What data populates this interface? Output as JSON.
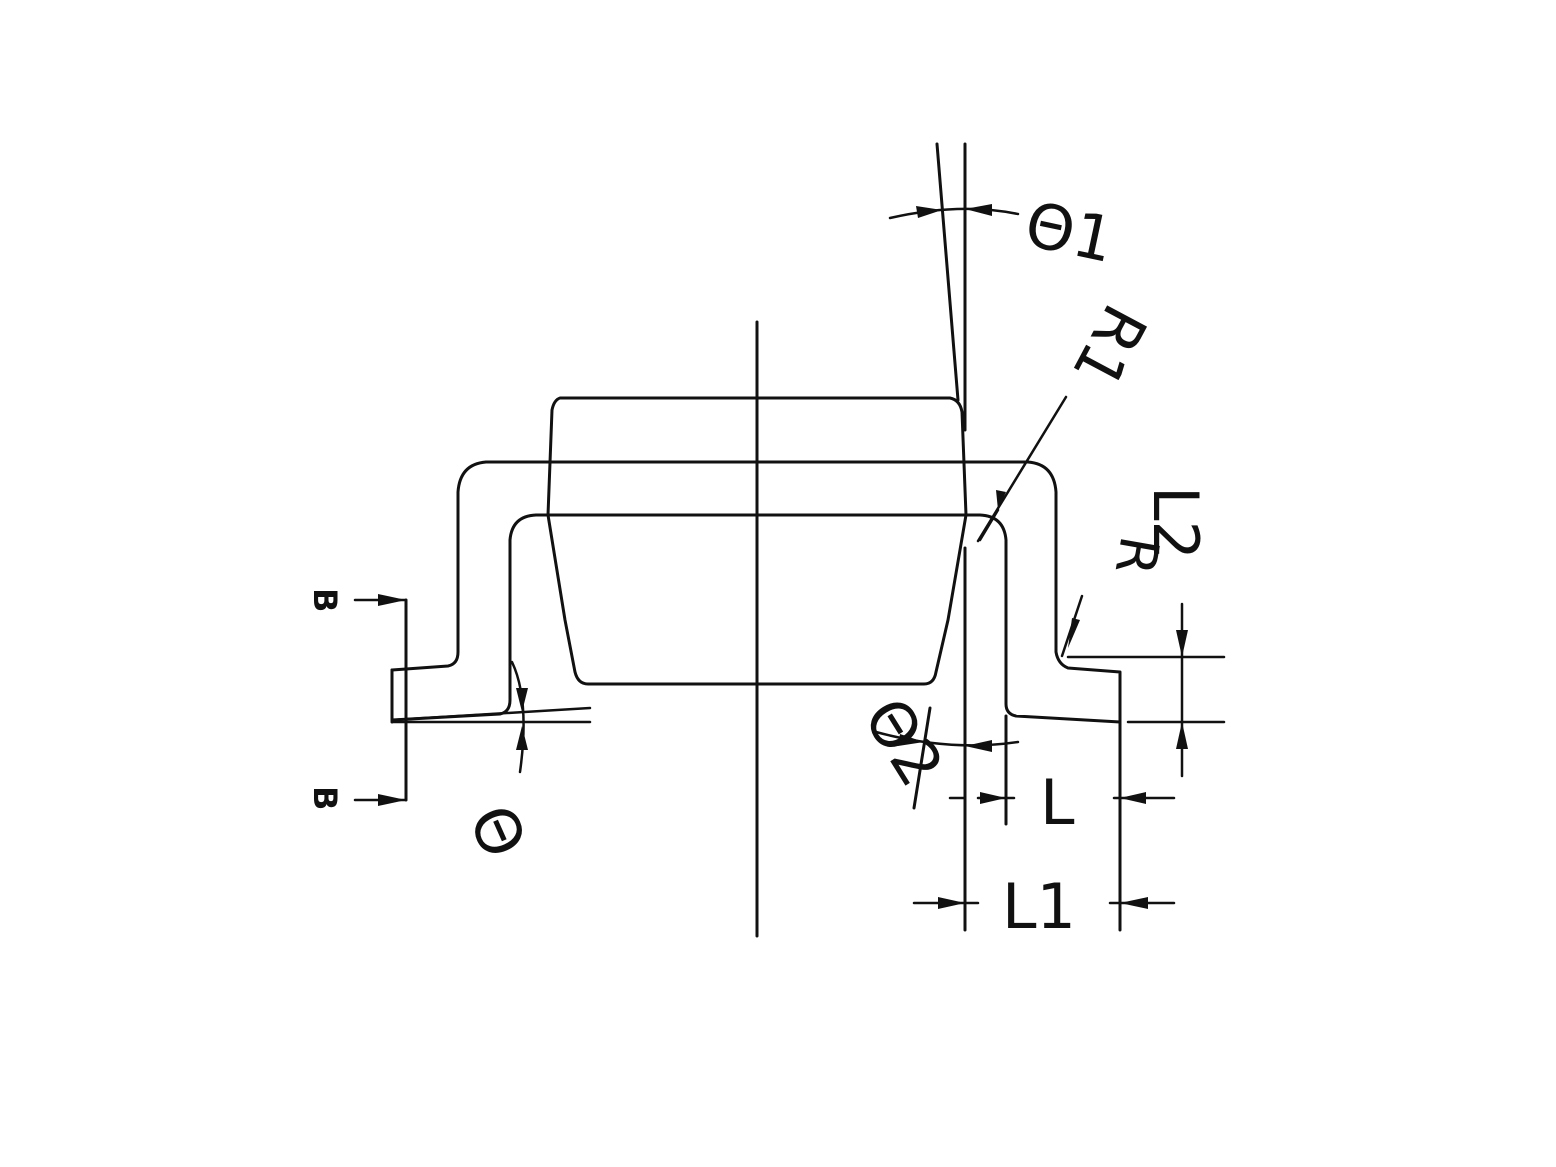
{
  "labels": {
    "theta1": "Θ1",
    "r1": "R1",
    "r": "R",
    "l2": "L2",
    "theta2": "Θ2",
    "theta": "Θ",
    "l": "L",
    "l1": "L1",
    "section_top": "B",
    "section_bottom": "B"
  },
  "colors": {
    "stroke": "#111111",
    "background": "#ffffff"
  }
}
